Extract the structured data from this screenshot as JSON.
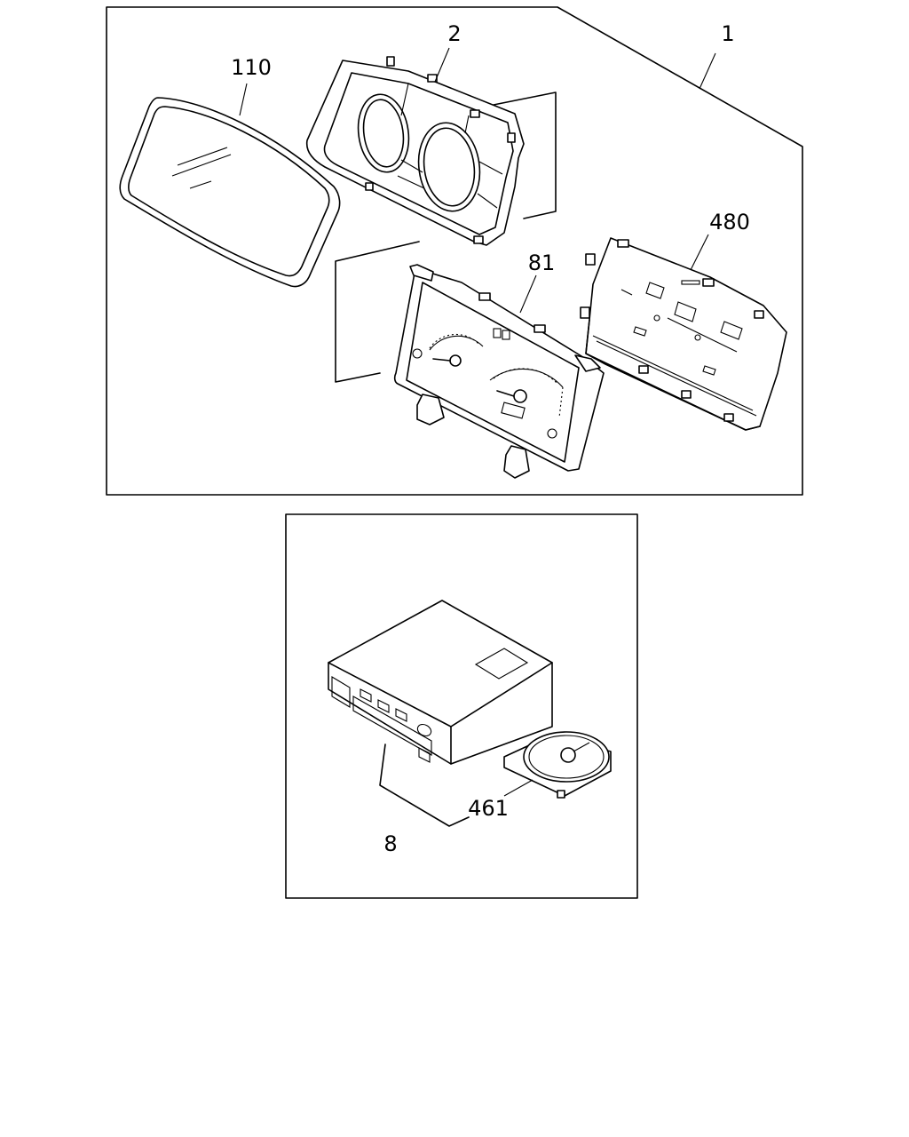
{
  "diagram": {
    "callouts": {
      "assembly": "1",
      "bezel": "2",
      "lens": "110",
      "dial_plate": "81",
      "circuit_board": "480",
      "audio_unit": "8",
      "cd_tray": "461"
    }
  }
}
